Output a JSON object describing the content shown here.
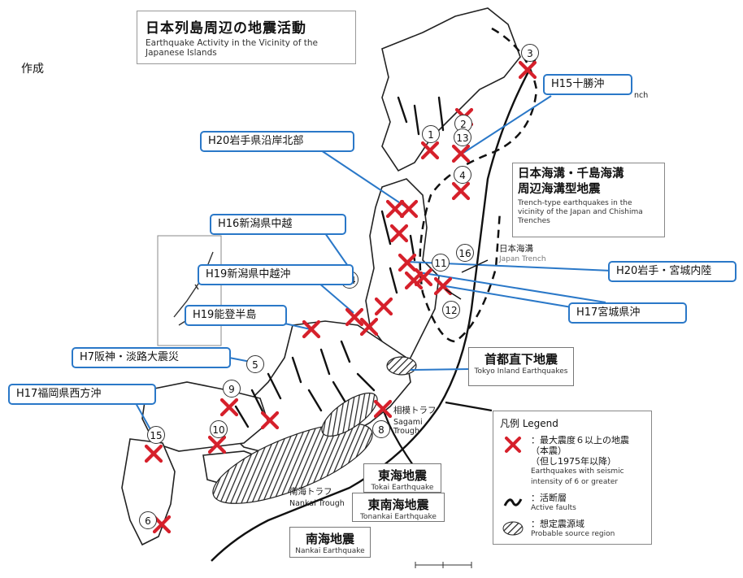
{
  "title": {
    "jp": "日本列島周辺の地震活動",
    "en": "Earthquake Activity in the Vicinity of the Japanese Islands"
  },
  "side_note": "作成",
  "callouts": [
    {
      "id": "h15",
      "text": "H15十勝沖"
    },
    {
      "id": "h20iwate",
      "text": "H20岩手県沿岸北部"
    },
    {
      "id": "h16",
      "text": "H16新潟県中越"
    },
    {
      "id": "h19niigata",
      "text": "H19新潟県中越沖"
    },
    {
      "id": "h19noto",
      "text": "H19能登半島"
    },
    {
      "id": "h7",
      "text": "H7阪神・淡路大震災"
    },
    {
      "id": "h17fukuoka",
      "text": "H17福岡県西方沖"
    },
    {
      "id": "h20miyagi",
      "text": "H20岩手・宮城内陸"
    },
    {
      "id": "h17miyagi",
      "text": "H17宮城県沖"
    }
  ],
  "trench_box": {
    "jp_line1": "日本海溝・千島海溝",
    "jp_line2": "周辺海溝型地震",
    "en": "Trench-type earthquakes in the vicinity of the Japan and Chishima Trenches"
  },
  "map_labels": {
    "japan_trench_jp": "日本海溝",
    "japan_trench_en": "Japan Trench",
    "trench_fragment": "nch",
    "sagami_jp": "相模トラフ",
    "sagami_en": "Sagami Trough",
    "nankai_jp": "南海トラフ",
    "nankai_en": "Nankai Trough"
  },
  "zones": {
    "tokyo": {
      "jp": "首都直下地震",
      "en": "Tokyo Inland Earthquakes"
    },
    "tokai": {
      "jp": "東海地震",
      "en": "Tokai Earthquake"
    },
    "tonankai": {
      "jp": "東南海地震",
      "en": "Tonankai Earthquake"
    },
    "nankai": {
      "jp": "南海地震",
      "en": "Nankai Earthquake"
    }
  },
  "legend": {
    "heading": "凡例 Legend",
    "quake_jp": "：最大震度６以上の地震（本震）",
    "quake_jp2": "（但し1975年以降）",
    "quake_en": "Earthquakes with seismic intensity of 6 or greater",
    "fault_jp": "：活断層",
    "fault_en": "Active faults",
    "source_jp": "：想定震源域",
    "source_en": "Probable source region"
  },
  "event_numbers": [
    "1",
    "2",
    "3",
    "4",
    "5",
    "6",
    "8",
    "9",
    "10",
    "11",
    "12",
    "13",
    "14",
    "15",
    "16"
  ],
  "colors": {
    "callout_border": "#2a78c8",
    "quake_mark": "#d6202b",
    "line": "#111111"
  }
}
